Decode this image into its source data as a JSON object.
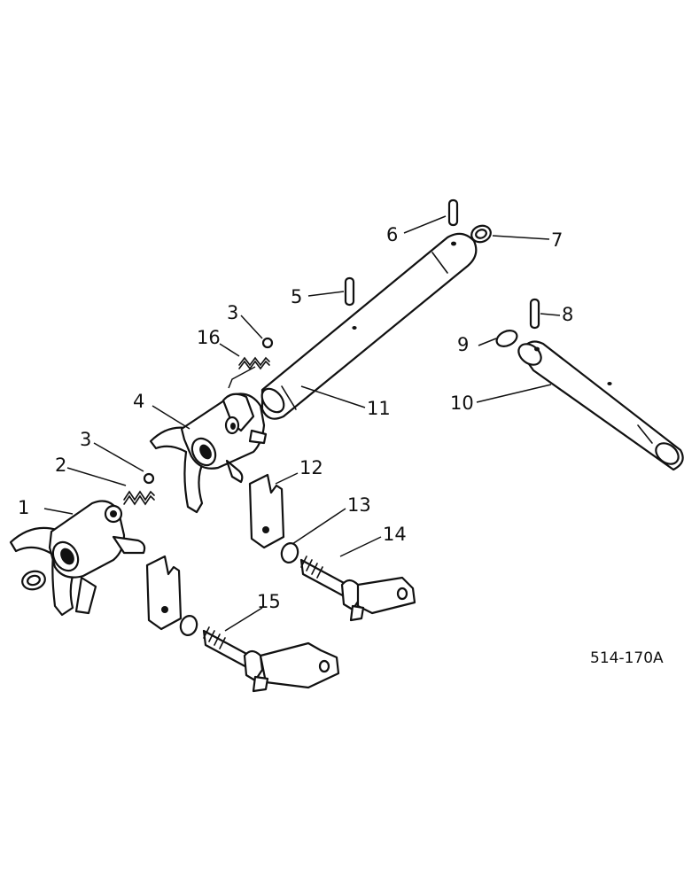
{
  "diagram": {
    "part_code": "514-170A",
    "callouts": [
      "1",
      "2",
      "3",
      "3",
      "4",
      "5",
      "6",
      "7",
      "8",
      "9",
      "10",
      "11",
      "12",
      "13",
      "14",
      "15",
      "16"
    ]
  },
  "icons": {
    "fork_1": "shift-fork-icon",
    "fork_4": "shift-fork-icon",
    "shaft_11": "rail-shaft-icon",
    "shaft_10": "rail-shaft-icon",
    "lever_14": "shift-lever-icon",
    "lever_15": "shift-lever-icon",
    "plate_12": "interlock-plate-icon",
    "spring": "spring-icon",
    "pin": "roll-pin-icon",
    "ring": "o-ring-icon",
    "ball": "detent-ball-icon"
  }
}
